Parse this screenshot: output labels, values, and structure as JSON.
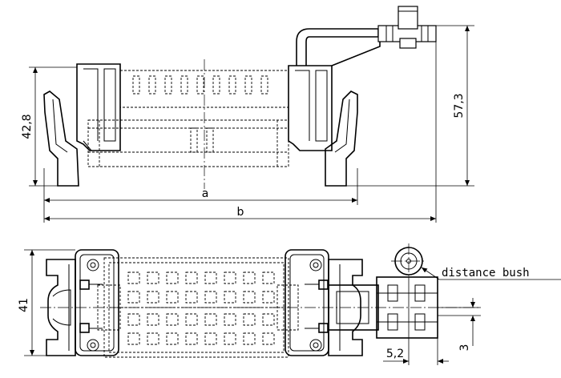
{
  "drawing": {
    "dimensions": {
      "height_left": "42,8",
      "height_right": "57,3",
      "width_a": "a",
      "width_b": "b",
      "depth": "41",
      "offset_small": "3",
      "offset_bush": "5,2"
    },
    "callouts": {
      "bush": "distance bush"
    }
  }
}
